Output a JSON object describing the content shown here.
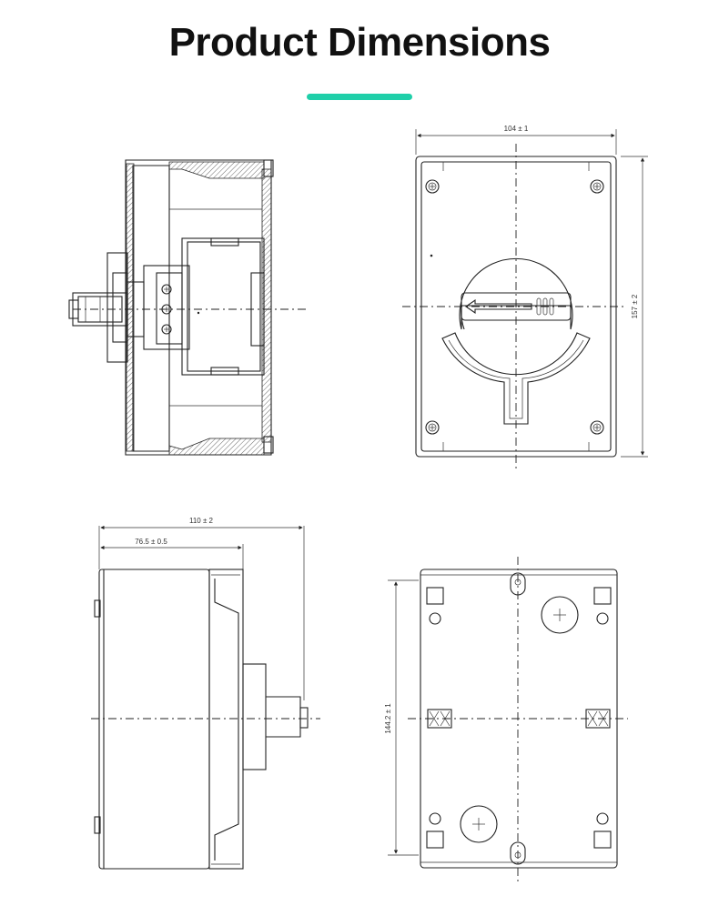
{
  "page": {
    "title": "Product Dimensions",
    "accent_color": "#1fcfa9"
  },
  "icons": [
    "arrow-icon",
    "screw-icon",
    "knob-icon"
  ],
  "views": {
    "front": {
      "width_label": "104 ± 1",
      "height_label": "157 ± 2"
    },
    "side": {
      "overall_label": "110 ± 2",
      "partial_label": "76.5 ± 0.5"
    },
    "rear": {
      "height_label": "144.2 ± 1"
    }
  }
}
